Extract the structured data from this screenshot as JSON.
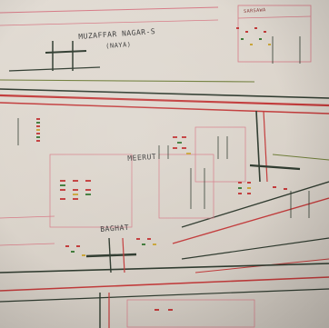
{
  "panel": {
    "labels": {
      "muzaffar_line1": "MUZAFFAR NAGAR-S",
      "muzaffar_line2": "(NAYA)",
      "meerut": "MEERUT",
      "baghat": "BAGHAT",
      "station_top_right": "SARSAWA"
    },
    "colors": {
      "board": "#dcd5cc",
      "red_line": "#c23b3b",
      "dark_line": "#2f3b2f",
      "pink_line": "#d67a86",
      "olive_line": "#6f7d3a"
    }
  }
}
